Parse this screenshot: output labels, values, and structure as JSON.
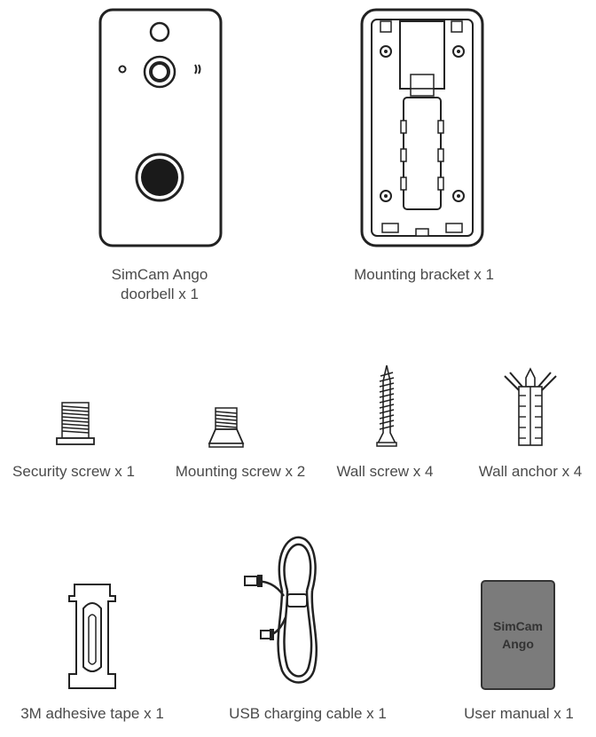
{
  "items": {
    "doorbell": {
      "label_line1": "SimCam Ango",
      "label_line2": "doorbell x 1"
    },
    "bracket": {
      "label": "Mounting bracket x 1"
    },
    "security_screw": {
      "label": "Security screw x 1"
    },
    "mounting_screw": {
      "label": "Mounting screw x 2"
    },
    "wall_screw": {
      "label": "Wall screw x 4"
    },
    "wall_anchor": {
      "label": "Wall anchor x 4"
    },
    "adhesive_tape": {
      "label": "3M adhesive tape x 1"
    },
    "usb_cable": {
      "label": "USB charging cable  x 1"
    },
    "user_manual": {
      "label": "User manual x 1",
      "cover_line1": "SimCam",
      "cover_line2": "Ango"
    }
  },
  "colors": {
    "stroke": "#222222",
    "text": "#4a4a4a",
    "manual_fill": "#7b7b7b"
  }
}
